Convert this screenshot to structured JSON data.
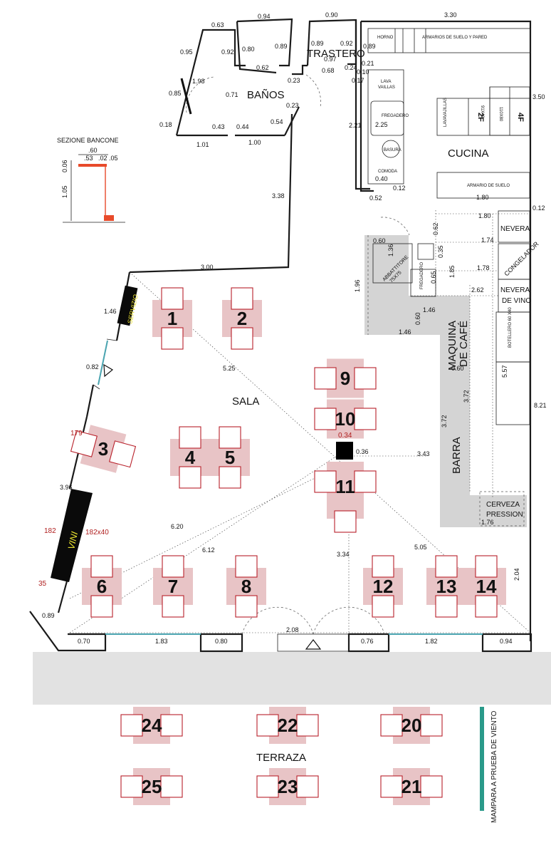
{
  "rooms": {
    "banos": "BAÑOS",
    "trastero": "TRASTERO",
    "cucina": "CUCINA",
    "sala": "SALA",
    "barra": "BARRA",
    "terraza": "TERRAZA",
    "maquina": [
      "MAQUINA",
      "DE CAFÉ"
    ]
  },
  "section": {
    "title": "SEZIONE BANCONE",
    "dims": [
      ".60",
      ".53",
      ".02",
      ".05",
      "0.06",
      "1.05"
    ]
  },
  "labels": {
    "servizio": "SERVIZIO",
    "vini": "VINI",
    "vini_size": "182x40",
    "mampara": "MAMPARA A PRUEBA DE VIENTO",
    "nevera": "NEVERA",
    "congelador": "CONGELADOR",
    "nevera_vino": [
      "NEVERA",
      "DE VINO"
    ],
    "cerveza": [
      "CERVEZA",
      "PRESSION"
    ],
    "abbattitore": [
      "ABBATTITORE",
      "75X75"
    ],
    "horno": "HORNO",
    "armarios": "ARMARIOS DE SUELO Y PARED",
    "lava": [
      "LAVA",
      "VAILLAS"
    ],
    "fregadero": "FREGADERO",
    "basura": "BASURA",
    "comoda": "COMODA",
    "armario_suelo": "ARMARIO DE SUELO",
    "f2": "2F",
    "f4": "4F",
    "d91": "91X40",
    "d110": "110X80",
    "fregadero2": "FREGADERO",
    "lavavajillas": "LAVAVAJILLAS",
    "botellero": "BOTELLERO 60 X40"
  },
  "dims": {
    "d063": "0.63",
    "d094": "0.94",
    "d090": "0.90",
    "d330": "3.30",
    "d095": "0.95",
    "d092a": "0.92",
    "d080a": "0.80",
    "d089a": "0.89",
    "d089b": "0.89",
    "d092b": "0.92",
    "d089c": "0.89",
    "d097": "0.97",
    "d062": "0.62",
    "d068": "0.68",
    "d024": "0.24",
    "d021": "0.21",
    "d023a": "0.23",
    "d010": "0.10",
    "d017": "0.17",
    "d085": "0.85",
    "d198": "1.98",
    "d071": "0.71",
    "d023b": "0.23",
    "d018": "0.18",
    "d043": "0.43",
    "d044": "0.44",
    "d054": "0.54",
    "d101": "1.01",
    "d100": "1.00",
    "d221": "2.21",
    "d225": "2.25",
    "d040": "0.40",
    "d052": "0.52",
    "d012a": "0.12",
    "d180a": "1.80",
    "d012b": "0.12",
    "d350": "3.50",
    "d338": "3.38",
    "d180b": "1.80",
    "d062b": "0.62",
    "d060a": "0.60",
    "d136": "1.36",
    "d035": "0.35",
    "d174": "1.74",
    "d178": "1.78",
    "d196": "1.96",
    "d185": "1.85",
    "d065": "0.65",
    "d262": "2.62",
    "d146a": "1.46",
    "d060b": "0.60",
    "d146b": "1.46",
    "d300": "3.00",
    "d146c": "1.46",
    "d525": "5.25",
    "d082": "0.82",
    "d557": "5.57",
    "d060c": "0.60",
    "d372a": "3.72",
    "d372b": "3.72",
    "d821": "8.21",
    "d034": "0.34",
    "d036": "0.36",
    "d343": "3.43",
    "d396": "3.96",
    "d620": "6.20",
    "d612": "6.12",
    "d334": "3.34",
    "d505": "5.05",
    "d204": "2.04",
    "d176": "1.76",
    "d089d": "0.89",
    "d070": "0.70",
    "d183": "1.83",
    "d080b": "0.80",
    "d208": "2.08",
    "d076": "0.76",
    "d182": "1.82",
    "d094b": "0.94"
  },
  "dims_red": {
    "r179": "179",
    "r182": "182",
    "r35": "35"
  },
  "tables": {
    "t1": "1",
    "t2": "2",
    "t3": "3",
    "t4": "4",
    "t5": "5",
    "t6": "6",
    "t7": "7",
    "t8": "8",
    "t9": "9",
    "t10": "10",
    "t11": "11",
    "t12": "12",
    "t13": "13",
    "t14": "14",
    "t20": "20",
    "t21": "21",
    "t22": "22",
    "t23": "23",
    "t24": "24",
    "t25": "25"
  },
  "colors": {
    "table": "#e8c4c6",
    "chair": "#b8202a",
    "service_area": "#d4d4d4",
    "terrace_strip": "#e2e2e2",
    "glass": "#4aa4b0",
    "mampara": "#2a9a8a",
    "section_red": "#e84a2a"
  }
}
